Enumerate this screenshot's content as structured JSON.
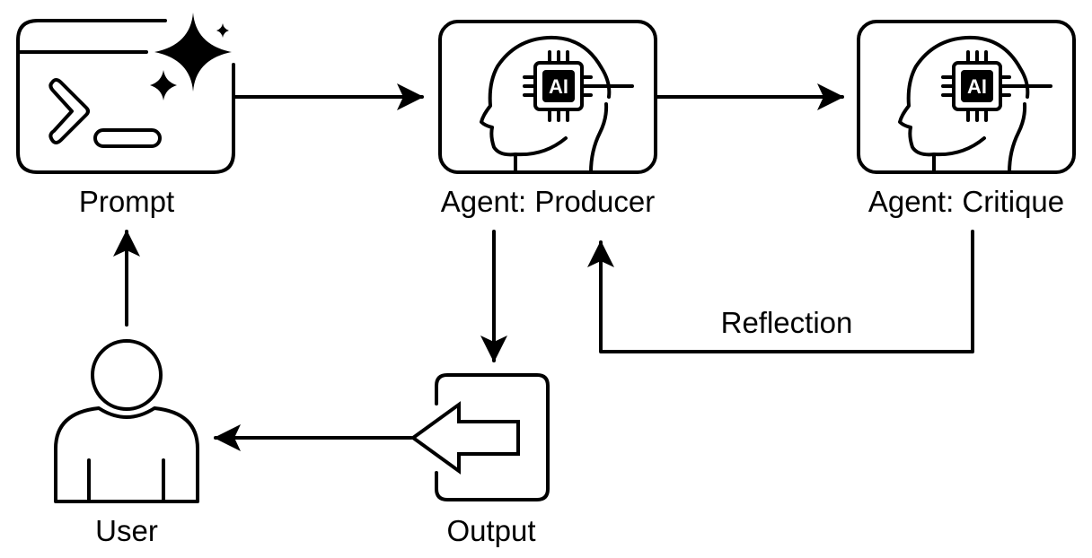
{
  "diagram": {
    "title": "",
    "nodes": [
      {
        "id": "prompt",
        "label": "Prompt",
        "icon": "terminal-sparkle-icon"
      },
      {
        "id": "producer",
        "label": "Agent: Producer",
        "icon": "ai-head-icon",
        "chip_text": "AI"
      },
      {
        "id": "critique",
        "label": "Agent: Critique",
        "icon": "ai-head-icon",
        "chip_text": "AI"
      },
      {
        "id": "output",
        "label": "Output",
        "icon": "output-arrow-icon"
      },
      {
        "id": "user",
        "label": "User",
        "icon": "user-icon"
      }
    ],
    "edges": [
      {
        "from": "prompt",
        "to": "producer",
        "label": ""
      },
      {
        "from": "producer",
        "to": "critique",
        "label": ""
      },
      {
        "from": "critique",
        "to": "producer",
        "label": "Reflection"
      },
      {
        "from": "producer",
        "to": "output",
        "label": ""
      },
      {
        "from": "output",
        "to": "user",
        "label": ""
      },
      {
        "from": "user",
        "to": "prompt",
        "label": ""
      }
    ],
    "colors": {
      "stroke": "#000000",
      "background": "#ffffff"
    }
  }
}
